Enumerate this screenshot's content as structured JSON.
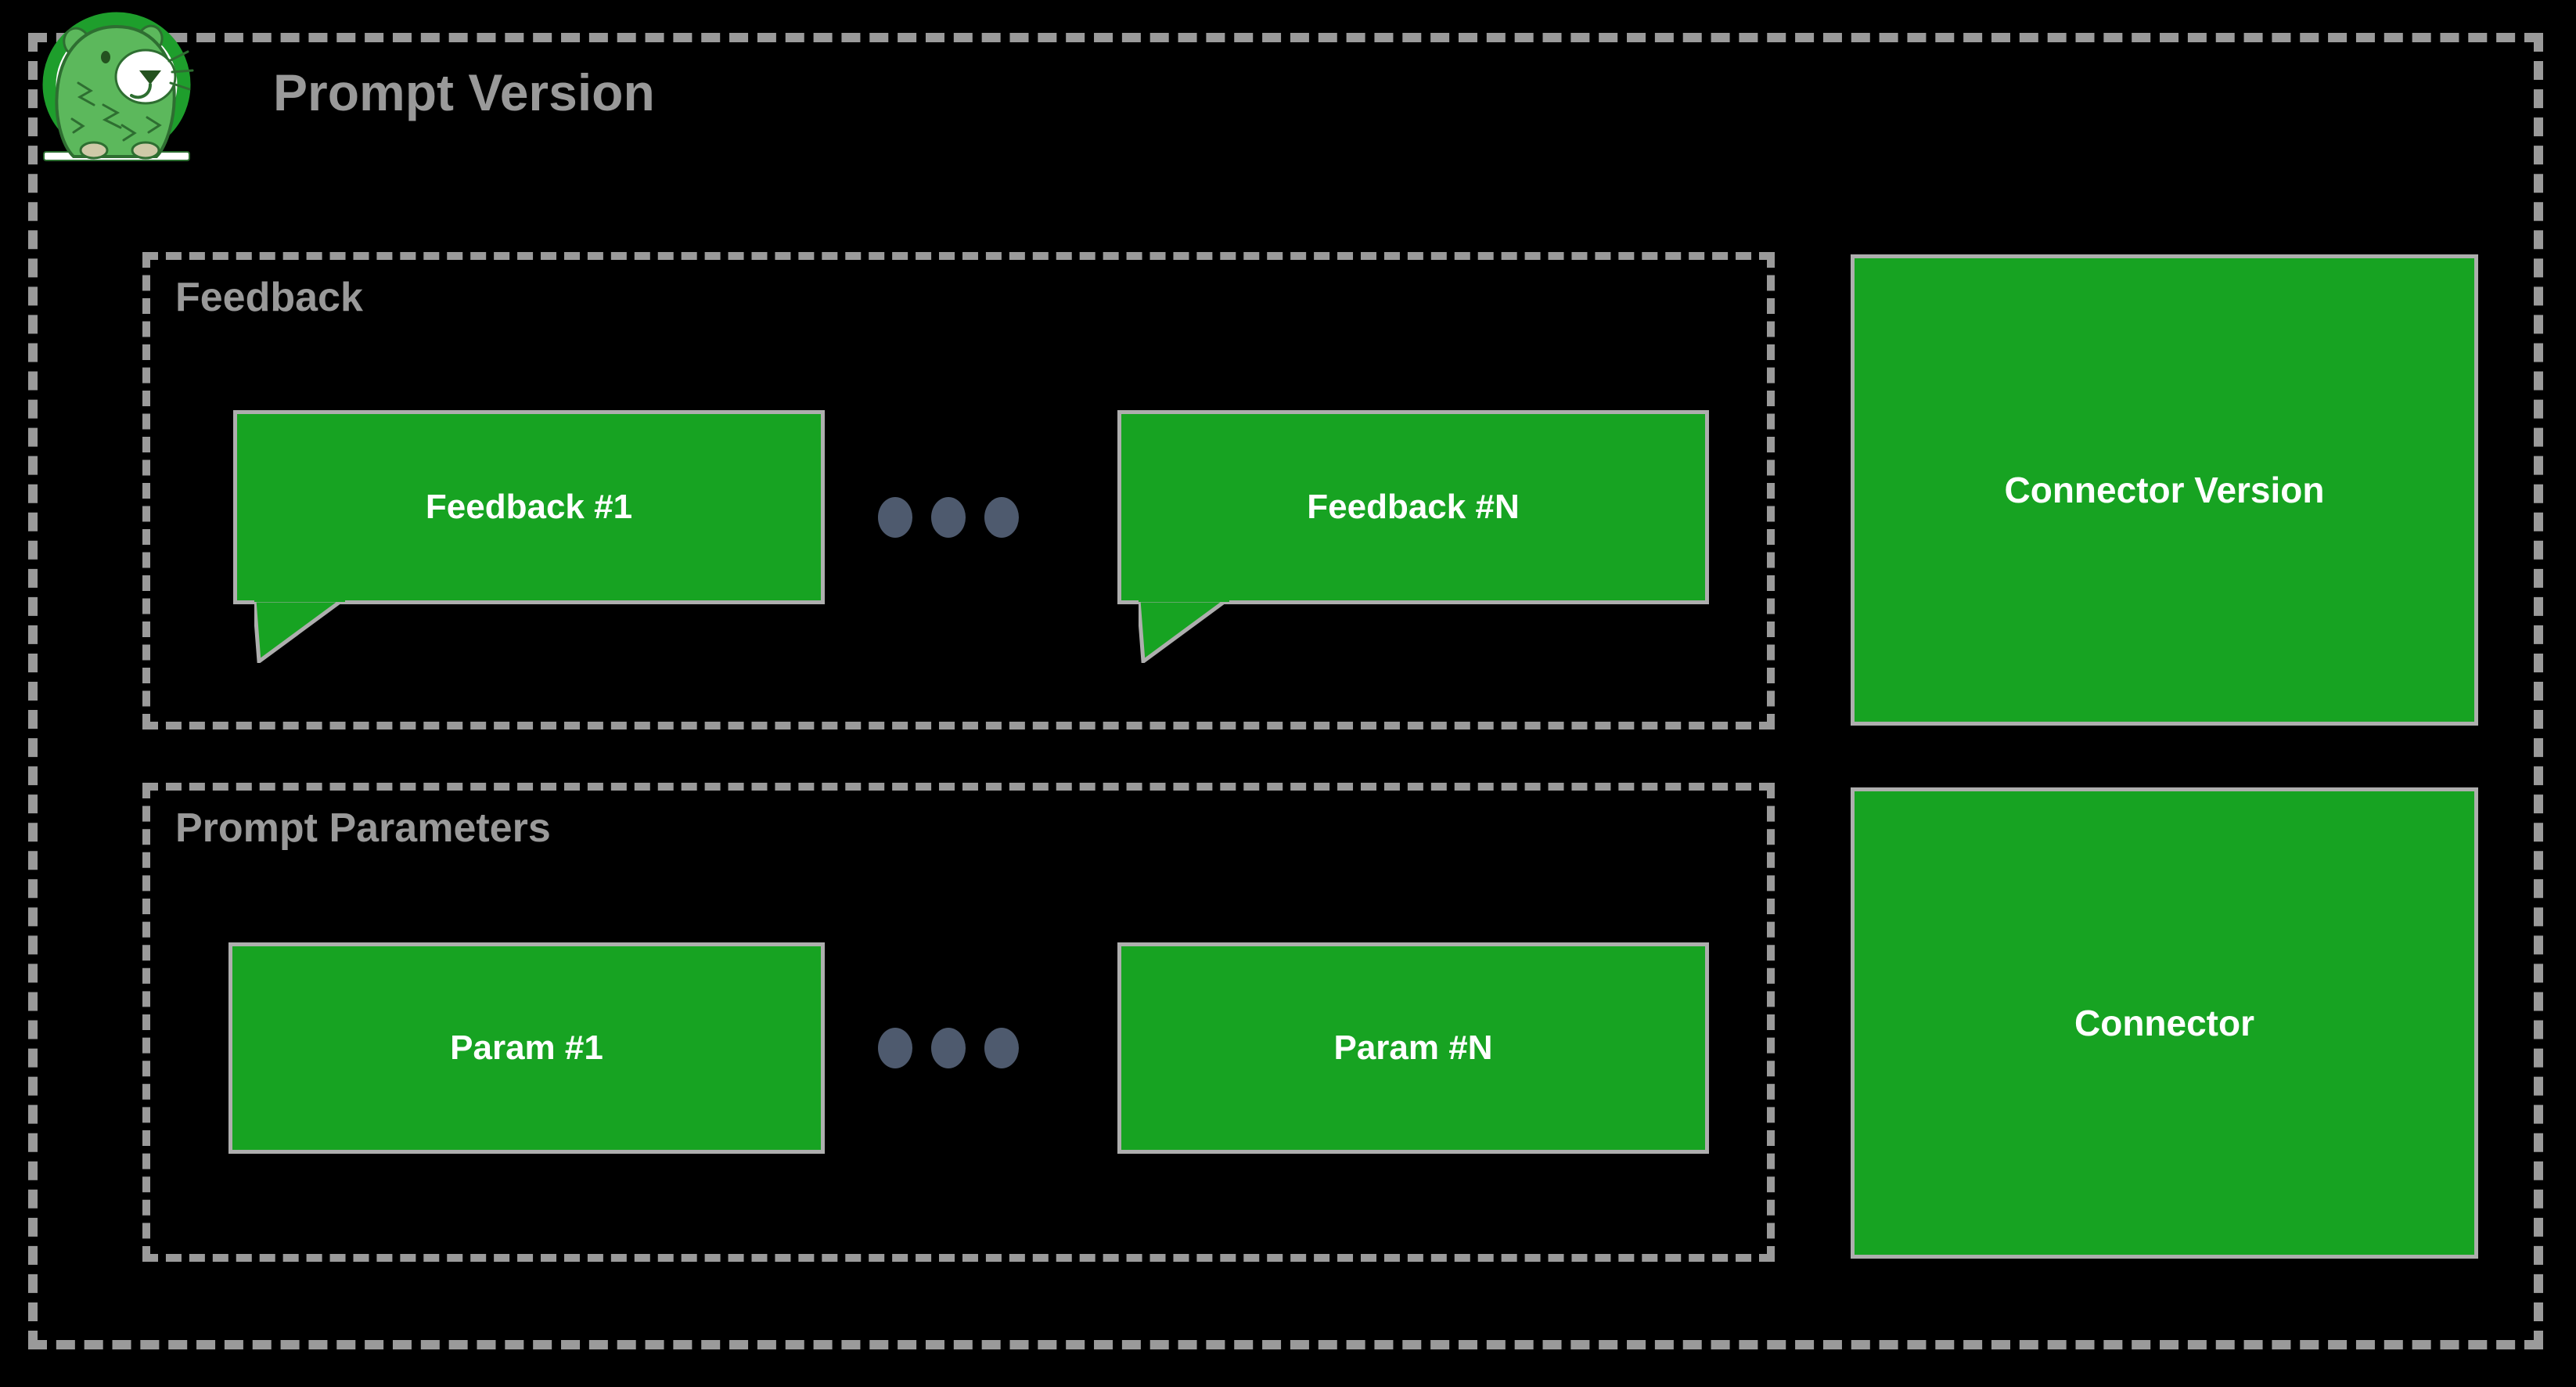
{
  "page": {
    "title": "Prompt Version",
    "background_color": "#000000",
    "accent_green": "#17A322",
    "border_gray": "#9a9a9a",
    "node_border": "#aeaeae",
    "title_color": "#999999",
    "dot_color": "#4E5A6E",
    "node_text_color": "#ffffff"
  },
  "logo": {
    "name": "capybara-logo",
    "alt": "Green capybara mascot inside a circular badge"
  },
  "groups": [
    {
      "id": "feedback",
      "title": "Feedback",
      "nodes": [
        {
          "id": "feedback-1",
          "label": "Feedback #1",
          "shape": "speech-bubble"
        },
        {
          "id": "feedback-n",
          "label": "Feedback #N",
          "shape": "speech-bubble"
        }
      ],
      "ellipsis_dots": 3
    },
    {
      "id": "params",
      "title": "Prompt Parameters",
      "nodes": [
        {
          "id": "param-1",
          "label": "Param #1",
          "shape": "rectangle"
        },
        {
          "id": "param-n",
          "label": "Param #N",
          "shape": "rectangle"
        }
      ],
      "ellipsis_dots": 3
    }
  ],
  "side_nodes": [
    {
      "id": "connector-version",
      "label": "Connector Version",
      "shape": "rectangle"
    },
    {
      "id": "connector",
      "label": "Connector",
      "shape": "rectangle"
    }
  ]
}
